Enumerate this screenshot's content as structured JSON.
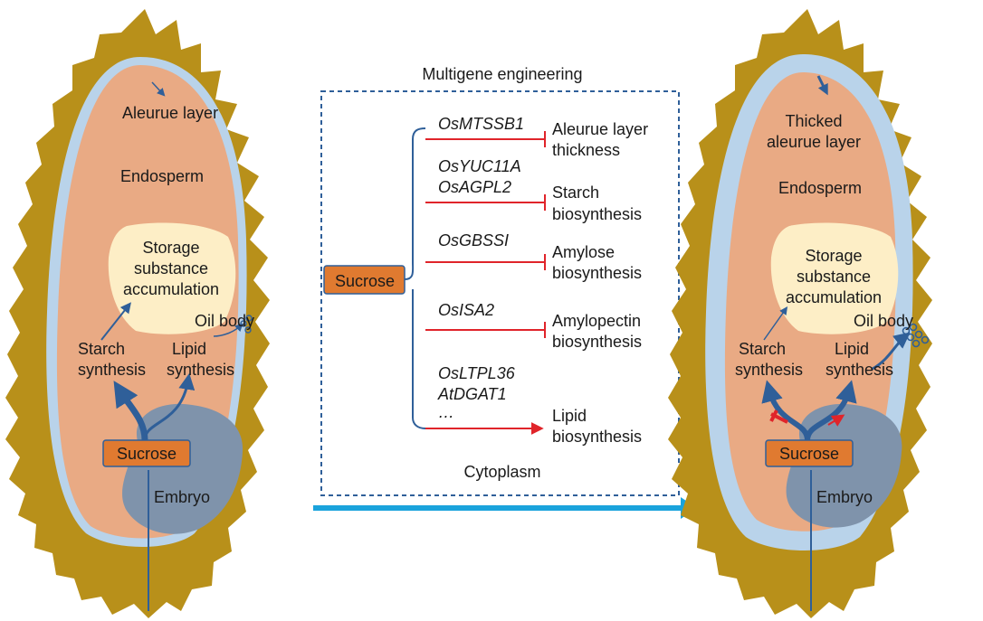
{
  "title": "Multigene engineering",
  "cytoplasm_label": "Cytoplasm",
  "colors": {
    "husk": "#b8901a",
    "aleurone": "#b9d3ea",
    "endosperm": "#e9aa84",
    "storage": "#fdeec6",
    "embryo": "#7f93ab",
    "sucrose_box": "#e07a30",
    "arrow_blue": "#2f5f99",
    "inhibit_red": "#e0242a",
    "transition_arrow": "#1aa3dc",
    "dashed_border": "#2f5f99"
  },
  "left_seed": {
    "aleurone": "Aleurue layer",
    "endosperm": "Endosperm",
    "storage": [
      "Storage",
      "substance",
      "accumulation"
    ],
    "oil_body": "Oil body",
    "starch": [
      "Starch",
      "synthesis"
    ],
    "lipid": [
      "Lipid",
      "synthesis"
    ],
    "sucrose": "Sucrose",
    "embryo": "Embryo"
  },
  "right_seed": {
    "aleurone": [
      "Thicked",
      "aleurue layer"
    ],
    "endosperm": "Endosperm",
    "storage": [
      "Storage",
      "substance",
      "accumulation"
    ],
    "oil_body": "Oil body",
    "starch": [
      "Starch",
      "synthesis"
    ],
    "lipid": [
      "Lipid",
      "synthesis"
    ],
    "sucrose": "Sucrose",
    "embryo": "Embryo"
  },
  "center": {
    "sucrose": "Sucrose",
    "rows": [
      {
        "genes": [
          "OsMTSSB1"
        ],
        "effect": "inhibit",
        "target": [
          "Aleurue layer",
          "thickness"
        ]
      },
      {
        "genes": [
          "OsYUC11A",
          "OsAGPL2"
        ],
        "effect": "inhibit",
        "target": [
          "Starch",
          "biosynthesis"
        ]
      },
      {
        "genes": [
          "OsGBSSI"
        ],
        "effect": "inhibit",
        "target": [
          "Amylose",
          "biosynthesis"
        ]
      },
      {
        "genes": [
          "OsISA2"
        ],
        "effect": "inhibit",
        "target": [
          "Amylopectin",
          "biosynthesis"
        ]
      },
      {
        "genes": [
          "OsLTPL36",
          "AtDGAT1",
          "…"
        ],
        "effect": "promote",
        "target": [
          "Lipid",
          "biosynthesis"
        ]
      }
    ]
  }
}
